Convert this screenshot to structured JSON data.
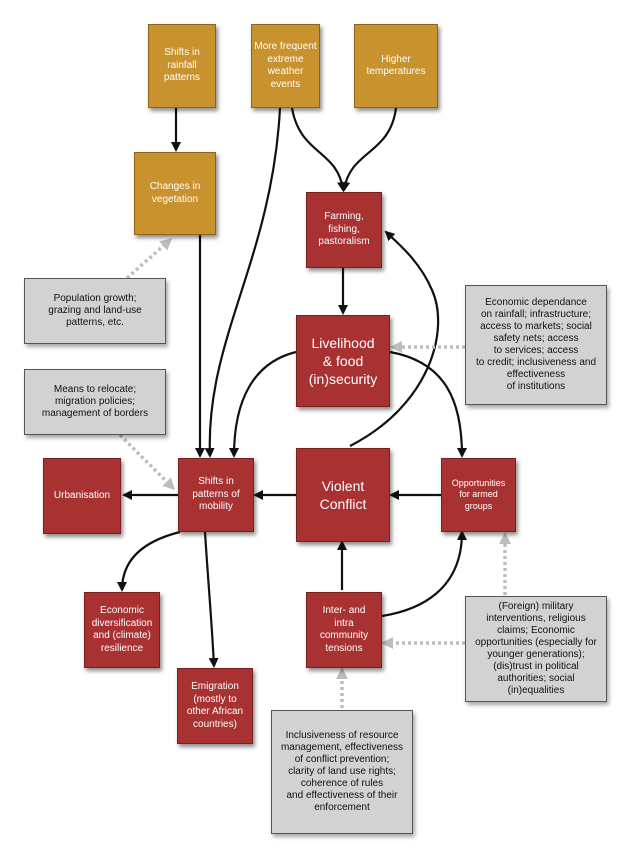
{
  "nodes": {
    "rainfall": "Shifts in\nrainfall\npatterns",
    "extreme_weather": "More frequent\nextreme\nweather\nevents",
    "temperatures": "Higher\ntemperatures",
    "vegetation": "Changes in\nvegetation",
    "farming": "Farming,\nfishing,\npastoralism",
    "livelihood": "Livelihood\n& food\n(in)security",
    "urbanisation": "Urbanisation",
    "mobility": "Shifts in\npatterns of\nmobility",
    "violent_conflict": "Violent\nConflict",
    "armed_groups": "Opportunities\nfor armed\ngroups",
    "economic_diversification": "Economic\ndiversification\nand (climate)\nresilience",
    "community_tensions": "Inter- and\nintra\ncommunity\ntensions",
    "emigration": "Emigration\n(mostly to\nother African\ncountries)"
  },
  "factors": {
    "population": "Population growth;\ngrazing and land-use\npatterns, etc.",
    "relocate": "Means to relocate;\nmigration policies;\nmanagement of borders",
    "economic_dependance": "Economic dependance\non rainfall; infrastructure;\naccess to markets; social\nsafety nets; access\nto services; access\nto credit; inclusiveness and\neffectiveness\nof institutions",
    "foreign_military": "(Foreign) military\ninterventions, religious\nclaims; Economic\nopportunities (especially for\nyounger generations);\n(dis)trust in political\nauthorities; social\n(in)equalities",
    "inclusiveness": "Inclusiveness of resource\nmanagement, effectiveness\nof conflict prevention;\nclarity of land use rights;\ncoherence of rules\nand effectiveness of their\nenforcement"
  },
  "colors": {
    "gold": "#c8922e",
    "red": "#a83232",
    "grey": "#d2d2d2",
    "arrow": "#111111",
    "dotted_arrow": "#bdbdbd"
  }
}
